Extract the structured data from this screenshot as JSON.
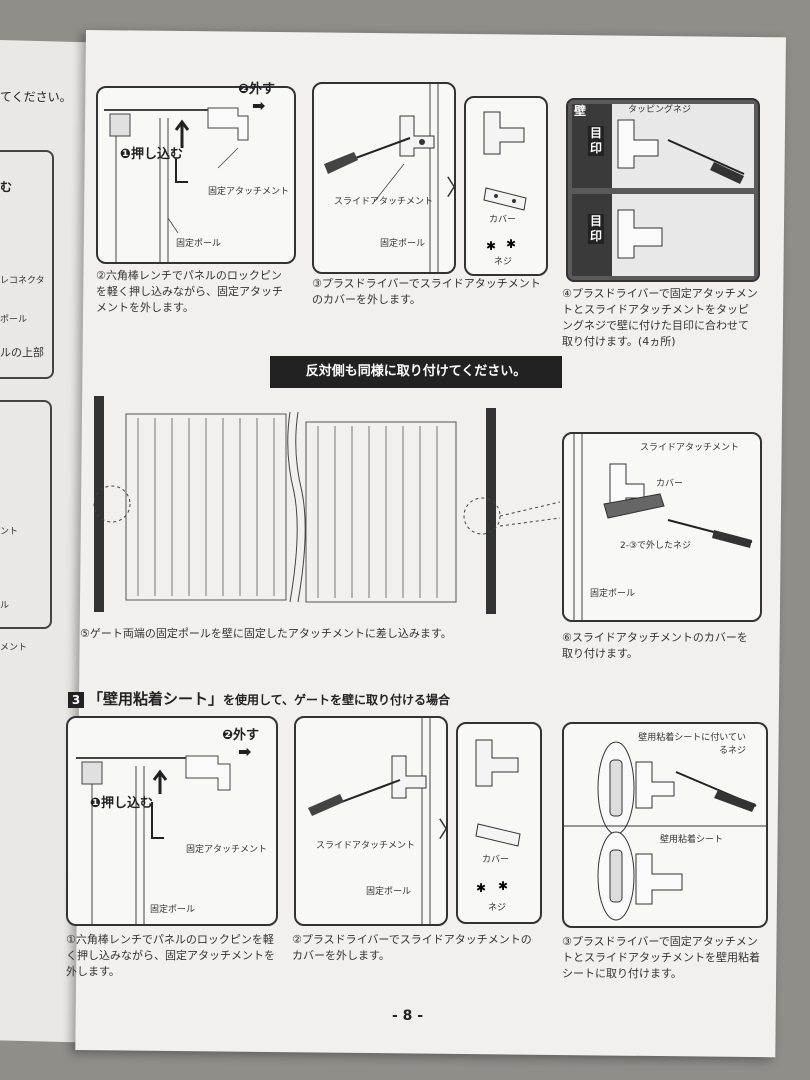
{
  "left_page": {
    "fragments": [
      "てください。",
      "む",
      "レコネクタ",
      "ポール",
      "ルの上部",
      "ント",
      "ル",
      "メント"
    ]
  },
  "top_row": {
    "panel2": {
      "step1": "❶押し込む",
      "step2": "❷外す",
      "label_attachment": "固定アタッチメント",
      "label_pole": "固定ポール",
      "caption": "②六角棒レンチでパネルのロックピンを軽く押し込みながら、固定アタッチメントを外します。"
    },
    "panel3": {
      "label_slide": "スライドアタッチメント",
      "label_pole": "固定ポール",
      "label_cover": "カバー",
      "label_screw": "ネジ",
      "caption": "③プラスドライバーでスライドアタッチメントのカバーを外します。"
    },
    "panel4": {
      "label_wall": "壁",
      "label_tapping": "タッピングネジ",
      "label_mark": "目印",
      "caption": "④プラスドライバーで固定アタッチメントとスライドアタッチメントをタッピングネジで壁に付けた目印に合わせて取り付けます。(4ヵ所)"
    }
  },
  "banner": "反対側も同様に取り付けてください。",
  "middle_row": {
    "caption5": "⑤ゲート両端の固定ポールを壁に固定したアタッチメントに差し込みます。",
    "panel6": {
      "label_slide": "スライドアタッチメント",
      "label_cover": "カバー",
      "label_screw": "2-③で外したネジ",
      "label_pole": "固定ポール",
      "caption": "⑥スライドアタッチメントのカバーを取り付けます。"
    }
  },
  "section3": {
    "number": "3",
    "title": "「壁用粘着シート」",
    "subtitle": "を使用して、ゲートを壁に取り付ける場合"
  },
  "bottom_row": {
    "panel1": {
      "step1": "❶押し込む",
      "step2": "❷外す",
      "label_attachment": "固定アタッチメント",
      "label_pole": "固定ポール",
      "caption": "①六角棒レンチでパネルのロックピンを軽く押し込みながら、固定アタッチメントを外します。"
    },
    "panel2": {
      "label_slide": "スライドアタッチメント",
      "label_pole": "固定ポール",
      "label_cover": "カバー",
      "label_screw": "ネジ",
      "caption": "②プラスドライバーでスライドアタッチメントのカバーを外します。"
    },
    "panel3": {
      "label_sheet_screw": "壁用粘着シートに付いているネジ",
      "label_sheet": "壁用粘着シート",
      "caption": "③プラスドライバーで固定アタッチメントとスライドアタッチメントを壁用粘着シートに取り付けます。"
    }
  },
  "page_number": "- 8 -"
}
